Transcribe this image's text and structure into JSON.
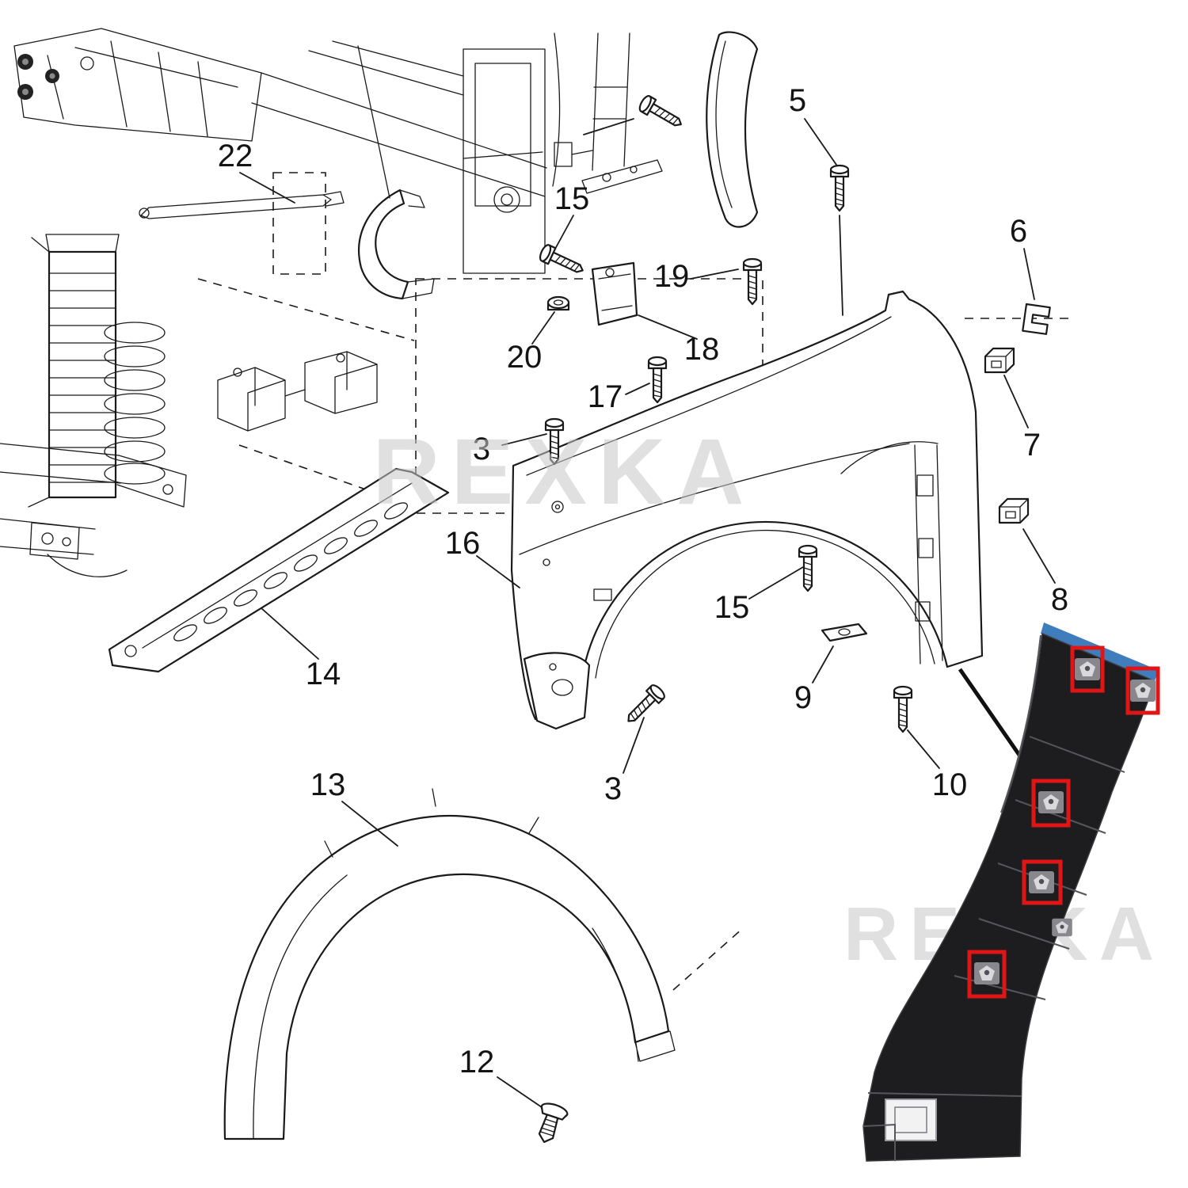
{
  "diagram": {
    "watermark": "REXKA",
    "callouts": [
      {
        "id": "22",
        "label": "22"
      },
      {
        "id": "5",
        "label": "5"
      },
      {
        "id": "15-upper",
        "label": "15"
      },
      {
        "id": "19",
        "label": "19"
      },
      {
        "id": "18",
        "label": "18"
      },
      {
        "id": "20",
        "label": "20"
      },
      {
        "id": "17",
        "label": "17"
      },
      {
        "id": "6",
        "label": "6"
      },
      {
        "id": "3-upper",
        "label": "3"
      },
      {
        "id": "7",
        "label": "7"
      },
      {
        "id": "16",
        "label": "16"
      },
      {
        "id": "15-lower",
        "label": "15"
      },
      {
        "id": "8",
        "label": "8"
      },
      {
        "id": "14",
        "label": "14"
      },
      {
        "id": "9",
        "label": "9"
      },
      {
        "id": "3-lower",
        "label": "3"
      },
      {
        "id": "10",
        "label": "10"
      },
      {
        "id": "13",
        "label": "13"
      },
      {
        "id": "12",
        "label": "12"
      }
    ],
    "colors": {
      "line": "#1a1a1a",
      "background": "#ffffff",
      "highlight_box": "#e01616",
      "insert_body": "#1d1d20",
      "insert_trim_strip": "#3f7dbd",
      "watermark": "#c8c8c8"
    }
  }
}
